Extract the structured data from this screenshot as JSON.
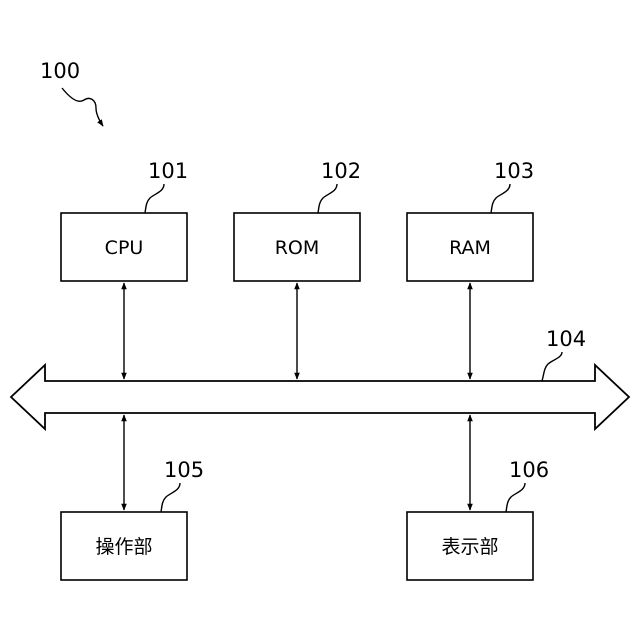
{
  "figure": {
    "ref": "100"
  },
  "bus": {
    "ref": "104"
  },
  "blocks": [
    {
      "id": "cpu",
      "ref": "101",
      "label": "CPU"
    },
    {
      "id": "rom",
      "ref": "102",
      "label": "ROM"
    },
    {
      "id": "ram",
      "ref": "103",
      "label": "RAM"
    },
    {
      "id": "operation",
      "ref": "105",
      "label": "操作部"
    },
    {
      "id": "display",
      "ref": "106",
      "label": "表示部"
    }
  ]
}
